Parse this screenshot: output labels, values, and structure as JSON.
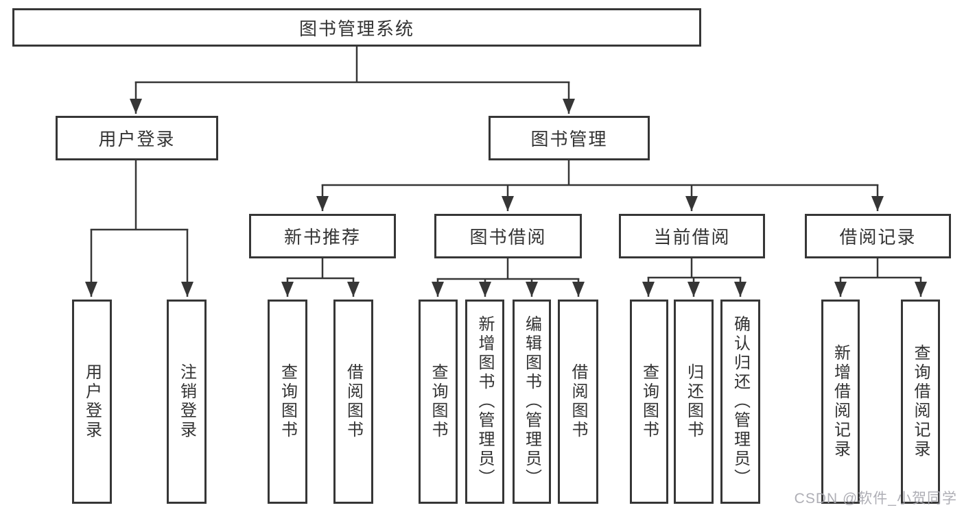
{
  "diagram": {
    "title": "图书管理系统",
    "nodes": {
      "root": "图书管理系统",
      "user_login": "用户登录",
      "book_mgmt": "图书管理",
      "new_book": "新书推荐",
      "book_borrow": "图书借阅",
      "current_borrow": "当前借阅",
      "borrow_record": "借阅记录"
    },
    "leaves": {
      "user_login": "用户登录",
      "logout": "注销登录",
      "nb_query": "查询图书",
      "nb_borrow": "借阅图书",
      "bb_query": "查询图书",
      "bb_add": "新增图书（管理员）",
      "bb_edit": "编辑图书（管理员）",
      "bb_borrow": "借阅图书",
      "cb_query": "查询图书",
      "cb_return": "归还图书",
      "cb_confirm": "确认归还（管理员）",
      "br_add": "新增借阅记录",
      "br_query": "查询借阅记录"
    },
    "tree": {
      "图书管理系统": {
        "用户登录": [
          "用户登录",
          "注销登录"
        ],
        "图书管理": {
          "新书推荐": [
            "查询图书",
            "借阅图书"
          ],
          "图书借阅": [
            "查询图书",
            "新增图书（管理员）",
            "编辑图书（管理员）",
            "借阅图书"
          ],
          "当前借阅": [
            "查询图书",
            "归还图书",
            "确认归还（管理员）"
          ],
          "借阅记录": [
            "新增借阅记录",
            "查询借阅记录"
          ]
        }
      }
    }
  },
  "watermark": {
    "text": "CSDN @软件_小贺同学"
  },
  "colors": {
    "line": "#363636",
    "text": "#333333",
    "watermark": "#a6a6ad",
    "background": "#ffffff"
  }
}
